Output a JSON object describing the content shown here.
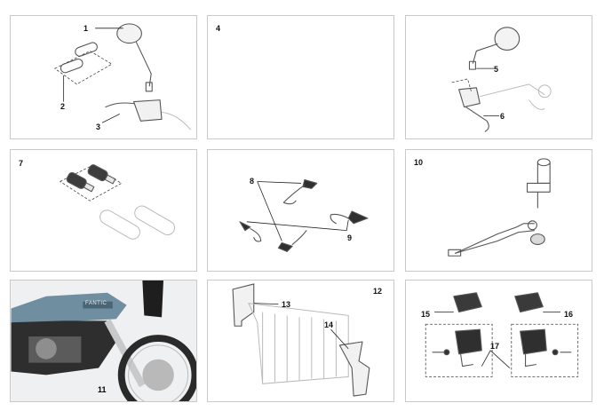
{
  "panels": [
    {
      "id": "p1",
      "labels": [
        "1",
        "2",
        "3"
      ]
    },
    {
      "id": "p4",
      "labels": [
        "4"
      ]
    },
    {
      "id": "p5",
      "labels": [
        "5",
        "6"
      ]
    },
    {
      "id": "p7",
      "labels": [
        "7"
      ]
    },
    {
      "id": "p8",
      "labels": [
        "8",
        "9"
      ]
    },
    {
      "id": "p10",
      "labels": [
        "10"
      ]
    },
    {
      "id": "p11",
      "labels": [
        "11"
      ]
    },
    {
      "id": "p12",
      "labels": [
        "12",
        "13",
        "14"
      ]
    },
    {
      "id": "p15",
      "labels": [
        "15",
        "16",
        "17"
      ]
    }
  ],
  "bike": {
    "tank_badge": "FANTIC"
  },
  "colors": {
    "border": "#c9c9c9",
    "part": "#555555",
    "ghost": "#b9b9b9",
    "bike_tank": "#6f8fa0"
  }
}
